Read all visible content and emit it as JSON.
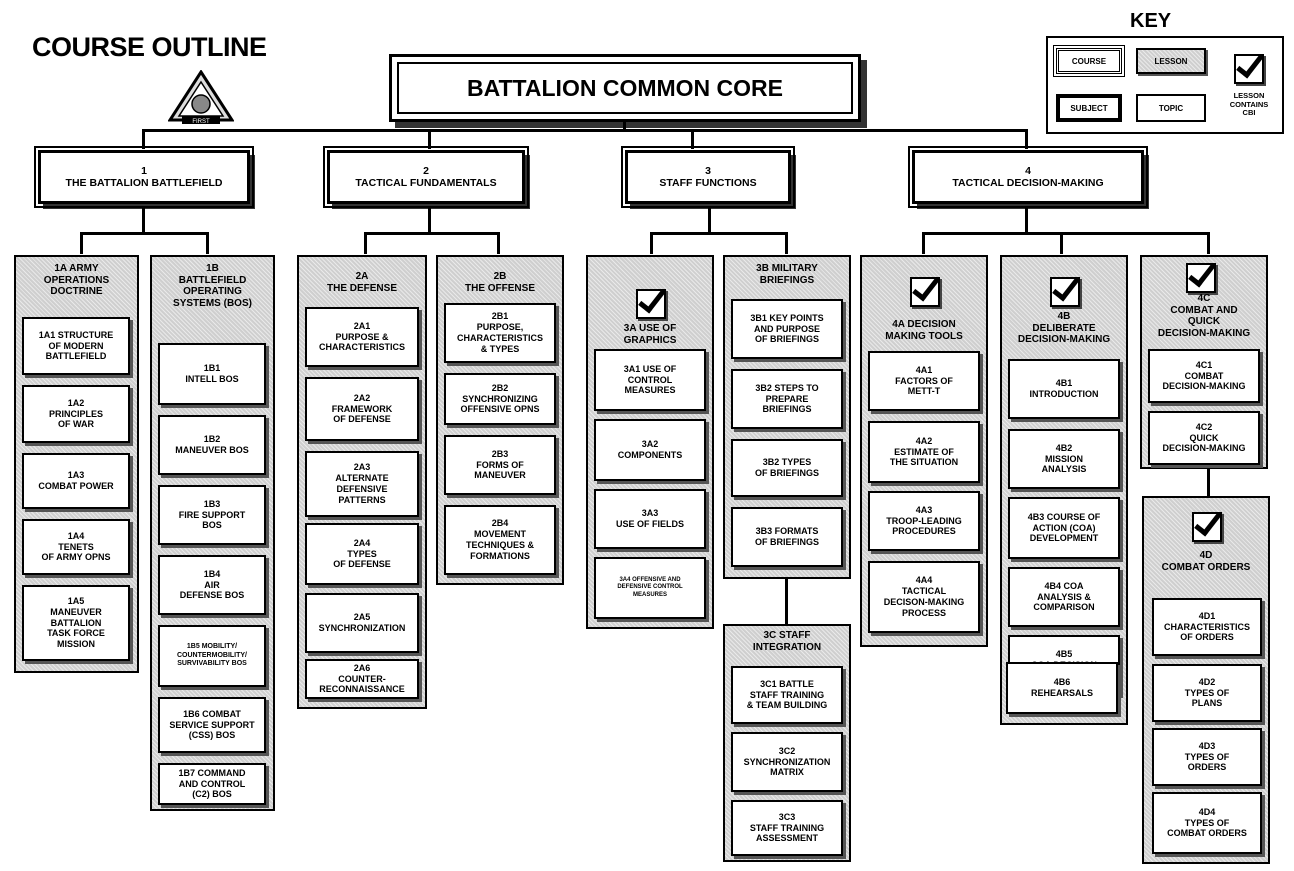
{
  "header": {
    "outline_title": "COURSE OUTLINE",
    "course_name": "BATTALION COMMON CORE",
    "logo_text": "FIRST"
  },
  "key": {
    "title": "KEY",
    "course": "COURSE",
    "lesson": "LESSON",
    "subject": "SUBJECT",
    "topic": "TOPIC",
    "cbi": "LESSON\nCONTAINS\nCBI"
  },
  "subjects": [
    {
      "num": "1",
      "name": "THE BATTALION BATTLEFIELD"
    },
    {
      "num": "2",
      "name": "TACTICAL FUNDAMENTALS"
    },
    {
      "num": "3",
      "name": "STAFF FUNCTIONS"
    },
    {
      "num": "4",
      "name": "TACTICAL DECISION-MAKING"
    }
  ],
  "lessons": {
    "1A": {
      "title": "1A  ARMY\nOPERATIONS\nDOCTRINE",
      "topics": [
        "1A1 STRUCTURE\nOF MODERN\nBATTLEFIELD",
        "1A2\nPRINCIPLES\nOF WAR",
        "1A3\nCOMBAT POWER",
        "1A4\nTENETS\nOF ARMY OPNS",
        "1A5\nMANEUVER\nBATTALION\nTASK FORCE\nMISSION"
      ]
    },
    "1B": {
      "title": "1B\nBATTLEFIELD\nOPERATING\nSYSTEMS (BOS)",
      "topics": [
        "1B1\nINTELL BOS",
        "1B2\nMANEUVER BOS",
        "1B3\nFIRE SUPPORT\nBOS",
        "1B4\nAIR\nDEFENSE BOS",
        "1B5 MOBILITY/\nCOUNTERMOBILITY/\nSURVIVABILITY BOS",
        "1B6    COMBAT\nSERVICE SUPPORT\n(CSS) BOS",
        "1B7 COMMAND\nAND CONTROL\n(C2) BOS"
      ]
    },
    "2A": {
      "title": "2A\nTHE DEFENSE",
      "topics": [
        "2A1\nPURPOSE &\nCHARACTERISTICS",
        "2A2\nFRAMEWORK\nOF DEFENSE",
        "2A3\nALTERNATE\nDEFENSIVE\nPATTERNS",
        "2A4\nTYPES\nOF DEFENSE",
        "2A5\nSYNCHRONIZATION",
        "2A6\nCOUNTER-\nRECONNAISSANCE"
      ]
    },
    "2B": {
      "title": "2B\nTHE OFFENSE",
      "topics": [
        "2B1\nPURPOSE,\nCHARACTERISTICS\n& TYPES",
        "2B2\nSYNCHRONIZING\nOFFENSIVE OPNS",
        "2B3\nFORMS OF\nMANEUVER",
        "2B4\nMOVEMENT\nTECHNIQUES &\nFORMATIONS"
      ]
    },
    "3A": {
      "title": "3A USE OF\nGRAPHICS",
      "topics": [
        "3A1 USE OF\nCONTROL\nMEASURES",
        "3A2\nCOMPONENTS",
        "3A3\nUSE OF FIELDS",
        "3A4 OFFENSIVE AND\nDEFENSIVE CONTROL\nMEASURES"
      ]
    },
    "3B": {
      "title": "3B MILITARY\nBRIEFINGS",
      "topics": [
        "3B1  KEY POINTS\nAND PURPOSE\nOF BRIEFINGS",
        "3B2 STEPS TO\nPREPARE\nBRIEFINGS",
        "3B2  TYPES\nOF  BRIEFINGS",
        "3B3  FORMATS\nOF BRIEFINGS"
      ]
    },
    "3C": {
      "title": "3C  STAFF\nINTEGRATION",
      "topics": [
        "3C1  BATTLE\nSTAFF TRAINING\n& TEAM BUILDING",
        "3C2\nSYNCHRONIZATION\nMATRIX",
        "3C3\nSTAFF TRAINING\nASSESSMENT"
      ]
    },
    "4A": {
      "title": "4A  DECISION\nMAKING TOOLS",
      "topics": [
        "4A1\nFACTORS OF\nMETT-T",
        "4A2\nESTIMATE OF\nTHE SITUATION",
        "4A3\nTROOP-LEADING\nPROCEDURES",
        "4A4\nTACTICAL\nDECISON-MAKING\nPROCESS"
      ]
    },
    "4B": {
      "title": "4B\nDELIBERATE\nDECISION-MAKING",
      "topics": [
        "4B1\nINTRODUCTION",
        "4B2\nMISSION\nANALYSIS",
        "4B3 COURSE OF\nACTION (COA)\nDEVELOPMENT",
        "4B4  COA\nANALYSIS &\nCOMPARISON",
        "4B5\nCOA DECISION\n& EXECUTION",
        "4B6\nREHEARSALS"
      ]
    },
    "4C": {
      "title": "4C\nCOMBAT AND\nQUICK\nDECISION-MAKING",
      "topics": [
        "4C1\nCOMBAT\nDECISION-MAKING",
        "4C2\nQUICK\nDECISION-MAKING"
      ]
    },
    "4D": {
      "title": "4D\nCOMBAT ORDERS",
      "topics": [
        "4D1\nCHARACTERISTICS\nOF ORDERS",
        "4D2\nTYPES OF\nPLANS",
        "4D3\nTYPES OF\nORDERS",
        "4D4\nTYPES OF\nCOMBAT ORDERS"
      ]
    }
  }
}
